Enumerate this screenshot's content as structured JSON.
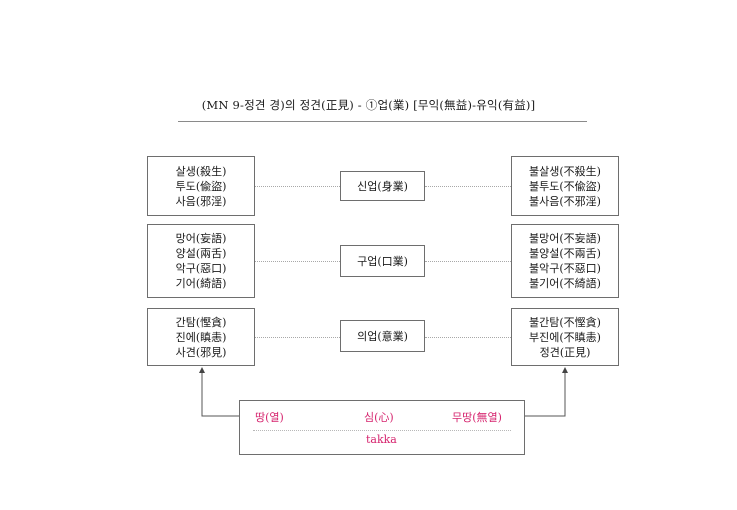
{
  "title": "(MN 9-정견 경)의 정견(正見) - ①업(業) [무익(無益)-유익(有益)]",
  "rows": [
    {
      "left": [
        "살생(殺生)",
        "투도(偸盜)",
        "사음(邪淫)"
      ],
      "center": "신업(身業)",
      "right": [
        "불살생(不殺生)",
        "불투도(不偸盜)",
        "불사음(不邪淫)"
      ]
    },
    {
      "left": [
        "망어(妄語)",
        "양설(兩舌)",
        "악구(惡口)",
        "기어(綺語)"
      ],
      "center": "구업(口業)",
      "right": [
        "불망어(不妄語)",
        "불양설(不兩舌)",
        "불악구(不惡口)",
        "불기어(不綺語)"
      ]
    },
    {
      "left": [
        "간탐(慳貪)",
        "진에(瞋恚)",
        "사견(邪見)"
      ],
      "center": "의업(意業)",
      "right": [
        "불간탐(不慳貪)",
        "부진에(不瞋恚)",
        "정견(正見)"
      ]
    }
  ],
  "bottom": {
    "left": "땅(열)",
    "center": "심(心)",
    "right": "무땅(無열)",
    "sub": "takka"
  },
  "colors": {
    "accent": "#d6246e",
    "border": "#6e6e6e"
  }
}
